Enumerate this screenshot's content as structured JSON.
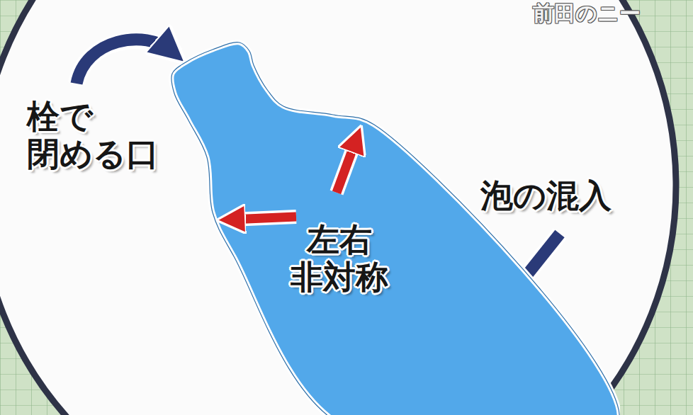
{
  "diagram": {
    "nodes": [
      {
        "text": [
          "左右 非対称"
        ]
      }
    ],
    "labels": [
      "栓で 閉める口",
      "泡の混入",
      "前田のニー"
    ]
  }
}
